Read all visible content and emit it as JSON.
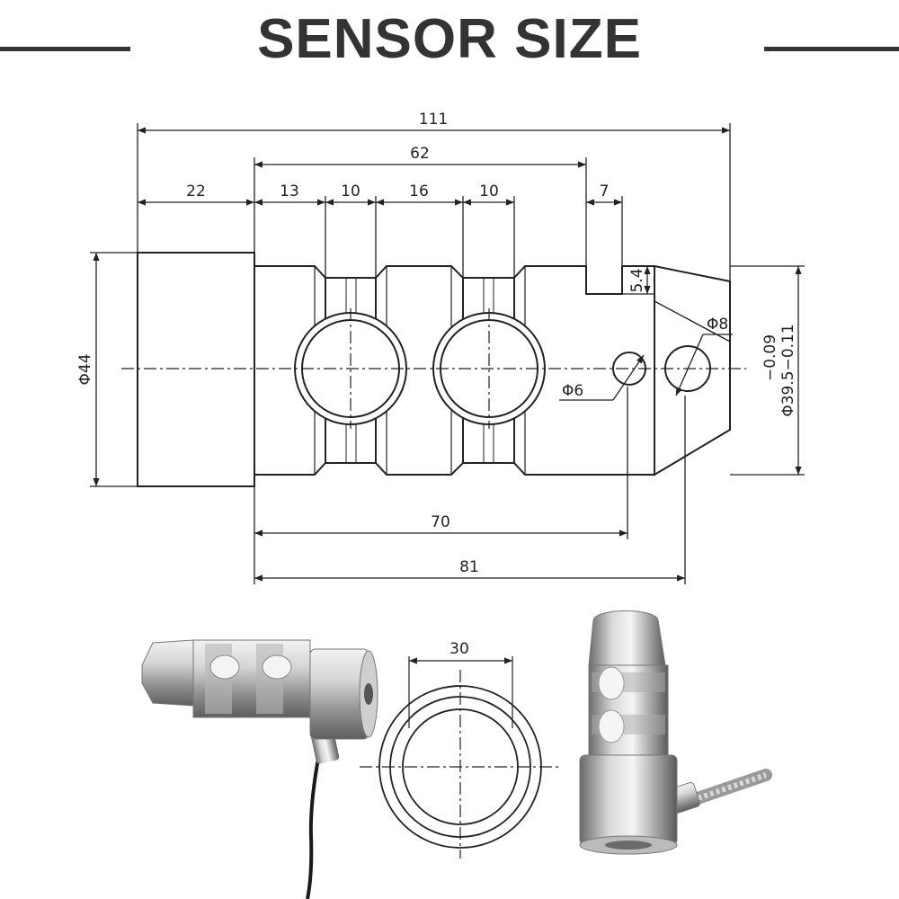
{
  "title": "SENSOR SIZE",
  "colors": {
    "title": "#333333",
    "line": "#222222",
    "steel_light": "#e6e6e6",
    "steel_dark": "#7a7a7a",
    "cable": "#1a1a1a"
  },
  "dimensions": {
    "overall_length": "111",
    "mid_span": "62",
    "head_length": "22",
    "seg1": "13",
    "groove1": "10",
    "seg2": "16",
    "groove2": "10",
    "slot": "7",
    "slot_depth": "5.4",
    "dia_body": "Φ44",
    "hole_small": "Φ6",
    "hole_pin": "Φ8",
    "dia_end_tol": "−0.09",
    "dia_end": "Φ39.5−0.11",
    "len_70": "70",
    "len_81": "81",
    "end_width": "30"
  }
}
